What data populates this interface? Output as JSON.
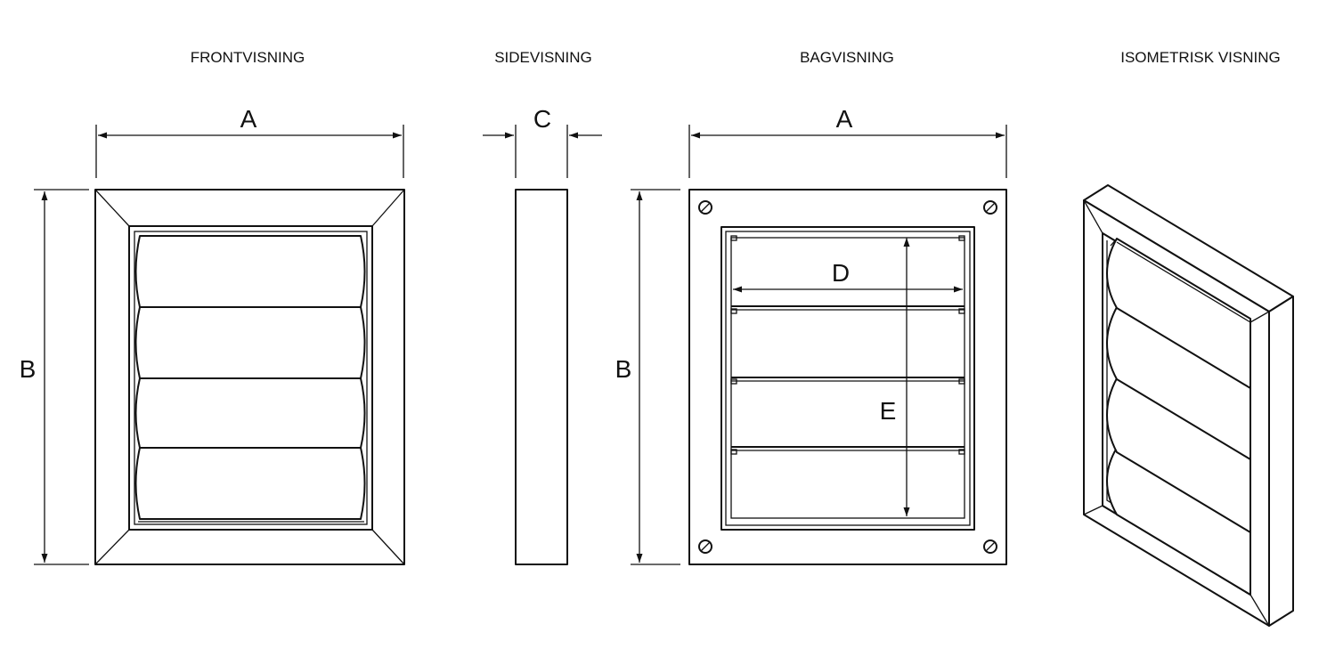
{
  "views": {
    "front": {
      "title": "FRONTVISNING",
      "dim_width": "A",
      "dim_height": "B"
    },
    "side": {
      "title": "SIDEVISNING",
      "dim_depth": "C"
    },
    "back": {
      "title": "BAGVISNING",
      "dim_width": "A",
      "dim_height": "B",
      "dim_inner_width": "D",
      "dim_inner_height": "E"
    },
    "iso": {
      "title": "ISOMETRISK VISNING"
    }
  }
}
